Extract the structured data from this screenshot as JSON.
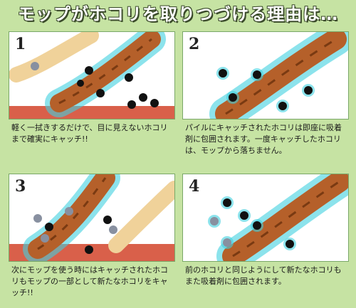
{
  "title": "モップがホコリを取りつづける理由は…",
  "panels": [
    {
      "number": "1",
      "caption": "軽く一拭きするだけで、目に見えないホコリまで確実にキャッチ!!"
    },
    {
      "number": "2",
      "caption": "パイルにキャッチされたホコリは即座に吸着剤に包囲されます。一度キャッチしたホコリは、モップから落ちません。"
    },
    {
      "number": "3",
      "caption": "次にモップを使う時にはキャッチされたホコリもモップの一部として新たなホコリをキャッチ!!"
    },
    {
      "number": "4",
      "caption": "前のホコリと同じようにして新たなホコリもまた吸着剤に包囲されます。"
    }
  ],
  "colors": {
    "background": "#c6e3a3",
    "mop_brown": "#b5602a",
    "mop_dark": "#7a3a12",
    "glow": "#3fd0e0",
    "floor": "#d9604a",
    "dust": "#111111",
    "dust_caught": "#8890a0"
  }
}
